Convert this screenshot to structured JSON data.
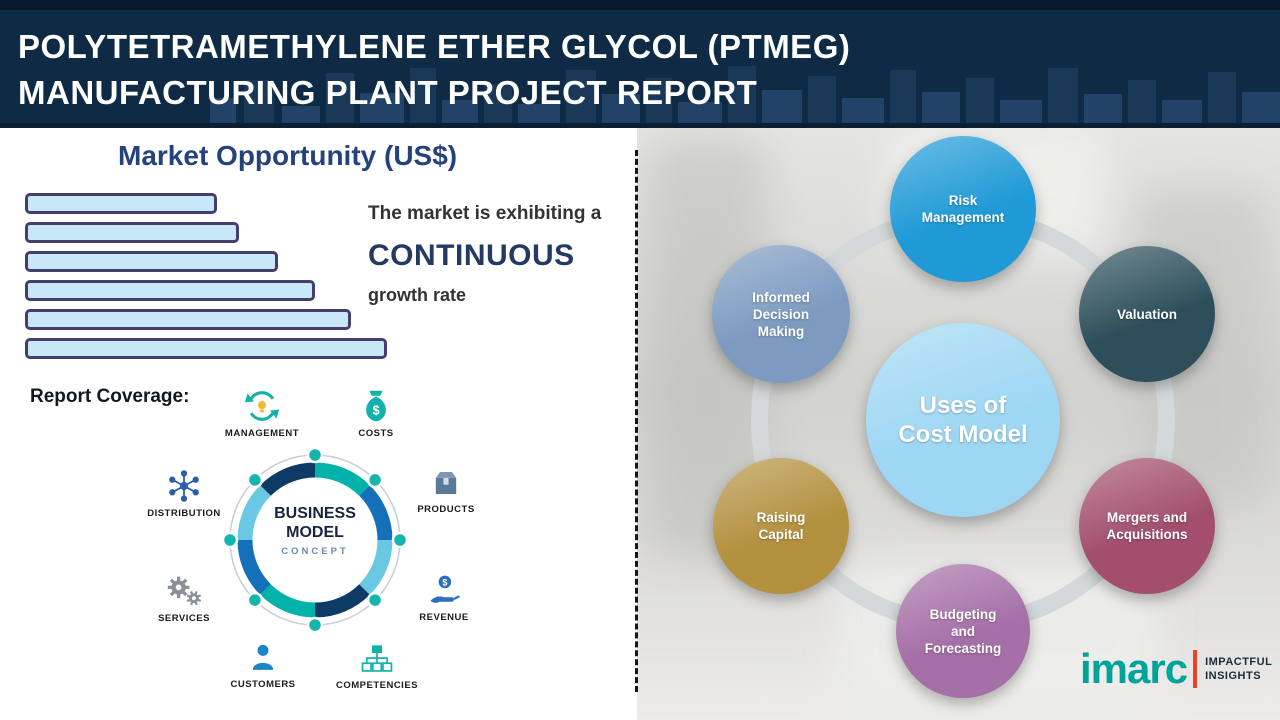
{
  "header": {
    "title_line1": "POLYTETRAMETHYLENE ETHER GLYCOL (PTMEG)",
    "title_line2": "MANUFACTURING PLANT PROJECT REPORT"
  },
  "market": {
    "heading": "Market Opportunity (US$)",
    "growth_prefix": "The market is exhibiting a",
    "growth_emphasis": "CONTINUOUS",
    "growth_suffix": "growth rate",
    "report_coverage": "Report Coverage:"
  },
  "chart_data": {
    "type": "bar",
    "orientation": "horizontal",
    "title": "Market Opportunity (US$)",
    "xlabel": "",
    "ylabel": "",
    "categories": [
      "",
      "",
      "",
      "",
      "",
      ""
    ],
    "values": [
      53,
      59,
      70,
      80,
      90,
      100
    ],
    "value_unit": "relative-percent-of-longest-bar",
    "axis_labels_visible": false,
    "grid": false,
    "bar_fill": "#c9e8f7",
    "bar_border": "#443e6e"
  },
  "business_model": {
    "center_line1": "BUSINESS",
    "center_line2": "MODEL",
    "center_line3": "CONCEPT",
    "items": [
      {
        "label": "MANAGEMENT",
        "icon": "management-recycle-icon"
      },
      {
        "label": "COSTS",
        "icon": "costs-moneybag-icon"
      },
      {
        "label": "DISTRIBUTION",
        "icon": "distribution-network-icon"
      },
      {
        "label": "PRODUCTS",
        "icon": "products-box-icon"
      },
      {
        "label": "SERVICES",
        "icon": "services-gears-icon"
      },
      {
        "label": "REVENUE",
        "icon": "revenue-hand-coin-icon"
      },
      {
        "label": "CUSTOMERS",
        "icon": "customers-person-icon"
      },
      {
        "label": "COMPETENCIES",
        "icon": "competencies-orgchart-icon"
      }
    ]
  },
  "cost_model": {
    "center_line1": "Uses of",
    "center_line2": "Cost Model",
    "center_color": "#9ed7f3",
    "ring_color": "#d3d8da",
    "nodes": [
      {
        "label": "Risk Management",
        "color": "#1f9ad6"
      },
      {
        "label": "Informed Decision Making",
        "color": "#7d9bc1"
      },
      {
        "label": "Valuation",
        "color": "#2d4f5c"
      },
      {
        "label": "Raising Capital",
        "color": "#b3913f"
      },
      {
        "label": "Mergers and Acquisitions",
        "color": "#a24e6c"
      },
      {
        "label": "Budgeting and Forecasting",
        "color": "#a56fa7"
      }
    ]
  },
  "logo": {
    "brand": "imarc",
    "tagline_line1": "IMPACTFUL",
    "tagline_line2": "INSIGHTS"
  },
  "colors": {
    "header_bg": "#0e2a44",
    "heading_blue": "#24427c",
    "emphasis_blue": "#243a63",
    "teal_accent": "#12b2aa",
    "logo_teal": "#00a39a",
    "logo_red": "#e8402a"
  }
}
